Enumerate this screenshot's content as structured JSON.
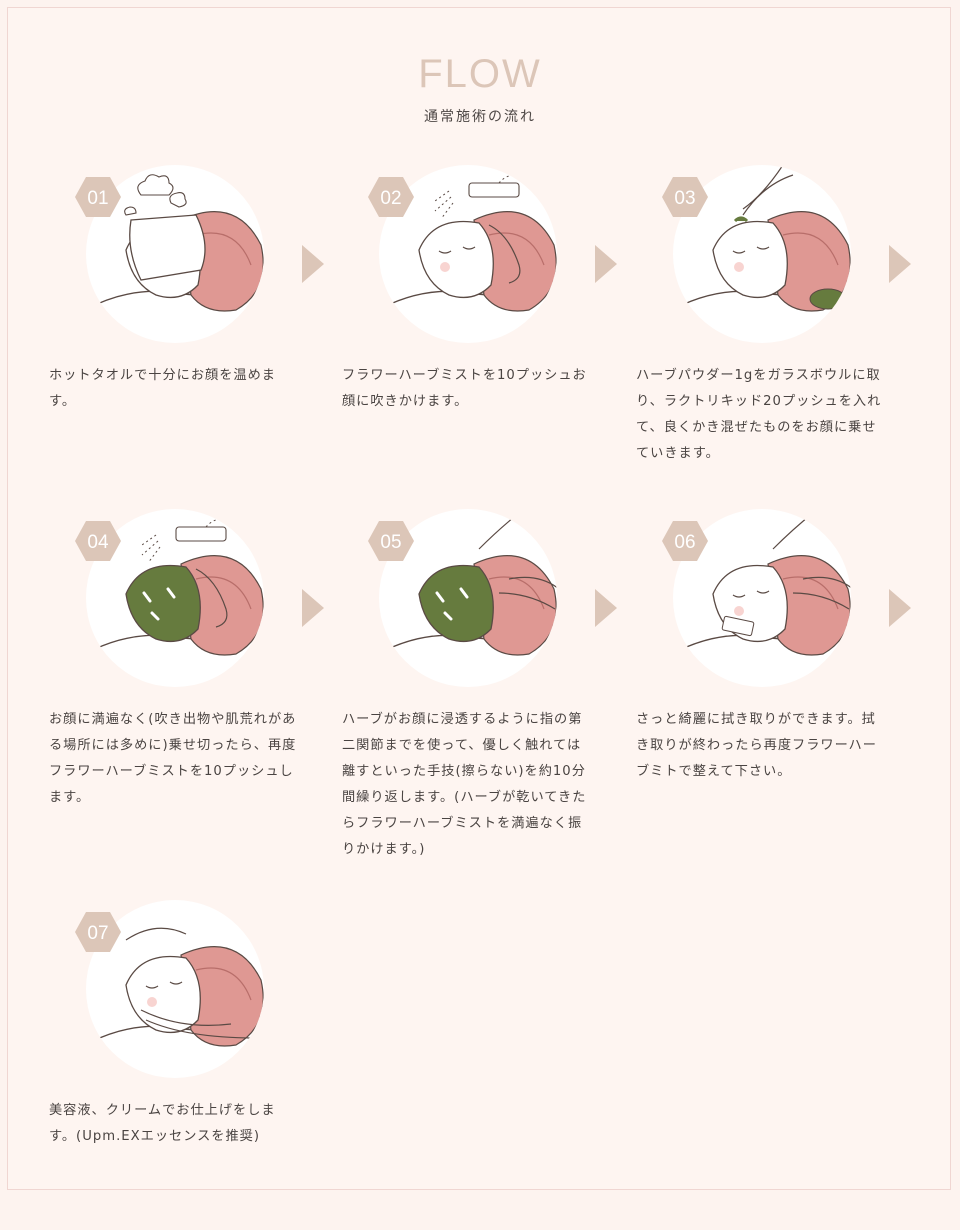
{
  "header": {
    "title": "FLOW",
    "subtitle": "通常施術の流れ"
  },
  "colors": {
    "accent": "#dcc6b8",
    "towel": "#df9893",
    "herb": "#667b3e",
    "background": "#fef5f1"
  },
  "steps": [
    {
      "number": "01",
      "text": "ホットタオルで十分にお顔を温めます。",
      "illustration": "hot-towel-face-icon",
      "has_next": true
    },
    {
      "number": "02",
      "text": "フラワーハーブミストを10プッシュお顔に吹きかけます。",
      "illustration": "mist-spray-face-icon",
      "has_next": true
    },
    {
      "number": "03",
      "text": "ハーブパウダー1gをガラスボウルに取り、ラクトリキッド20プッシュを入れて、良くかき混ぜたものをお顔に乗せていきます。",
      "illustration": "herb-applying-face-icon",
      "has_next": true
    },
    {
      "number": "04",
      "text": "お顔に満遍なく(吹き出物や肌荒れがある場所には多めに)乗せ切ったら、再度フラワーハーブミストを10プッシュします。",
      "illustration": "mist-green-mask-face-icon",
      "has_next": true
    },
    {
      "number": "05",
      "text": "ハーブがお顔に浸透するように指の第二関節までを使って、優しく触れては離すといった手技(擦らない)を約10分間繰り返します。(ハーブが乾いてきたらフラワーハーブミストを満遍なく振りかけます。)",
      "illustration": "massage-green-mask-face-icon",
      "has_next": true
    },
    {
      "number": "06",
      "text": "さっと綺麗に拭き取りができます。拭き取りが終わったら再度フラワーハーブミトで整えて下さい。",
      "illustration": "wipe-off-face-icon",
      "has_next": true
    },
    {
      "number": "07",
      "text": "美容液、クリームでお仕上げをします。(Upm.EXエッセンスを推奨)",
      "illustration": "finishing-cream-face-icon",
      "has_next": false
    }
  ]
}
